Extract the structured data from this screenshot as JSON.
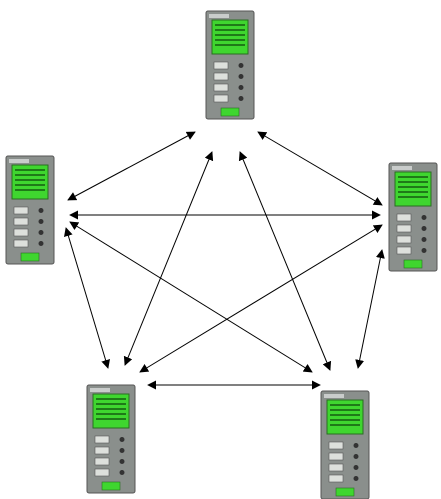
{
  "diagram": {
    "type": "full-mesh",
    "nodes": [
      {
        "id": "top",
        "icon": "intercom-panel-icon"
      },
      {
        "id": "left",
        "icon": "intercom-panel-icon"
      },
      {
        "id": "right",
        "icon": "intercom-panel-icon"
      },
      {
        "id": "bottom-left",
        "icon": "intercom-panel-icon"
      },
      {
        "id": "bottom-right",
        "icon": "intercom-panel-icon"
      }
    ],
    "edges": [
      {
        "from": "top",
        "to": "left",
        "arrows": "both"
      },
      {
        "from": "top",
        "to": "right",
        "arrows": "both"
      },
      {
        "from": "top",
        "to": "bottom-left",
        "arrows": "both"
      },
      {
        "from": "top",
        "to": "bottom-right",
        "arrows": "both"
      },
      {
        "from": "left",
        "to": "right",
        "arrows": "both"
      },
      {
        "from": "left",
        "to": "bottom-left",
        "arrows": "both"
      },
      {
        "from": "left",
        "to": "bottom-right",
        "arrows": "both"
      },
      {
        "from": "right",
        "to": "bottom-left",
        "arrows": "both"
      },
      {
        "from": "right",
        "to": "bottom-right",
        "arrows": "both"
      },
      {
        "from": "bottom-left",
        "to": "bottom-right",
        "arrows": "both"
      }
    ],
    "colors": {
      "panel_body": "#8a8f8c",
      "panel_screen": "#3fd62f",
      "connector": "#000000"
    }
  }
}
